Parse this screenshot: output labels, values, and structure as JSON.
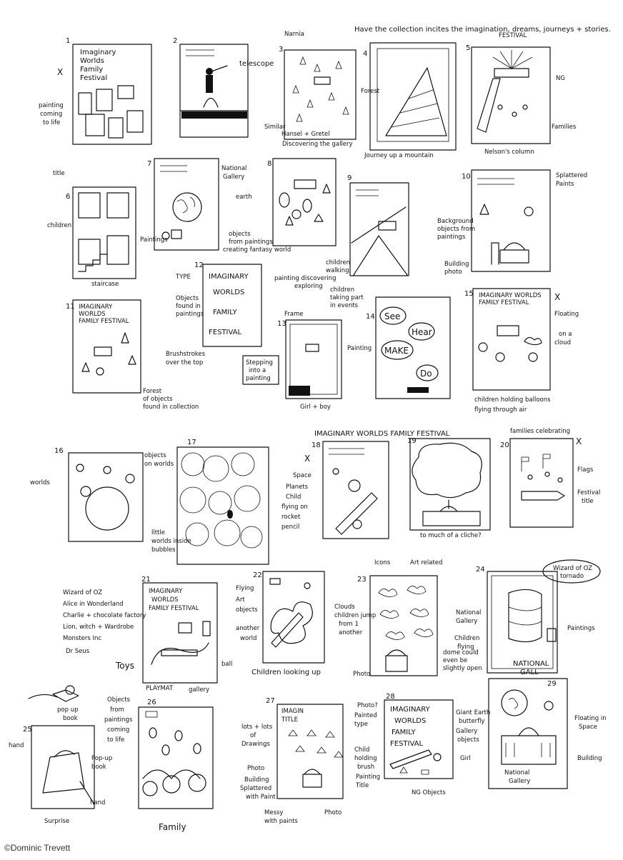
{
  "credit": "©Dominic Trevett",
  "header": {
    "intro": "Have the collection incites the imagination, dreams, journeys + stories.",
    "row3_title": "IMAGINARY WORLDS FAMILY FESTIVAL"
  },
  "panels": [
    {
      "num": "1",
      "lines": [
        "Imaginary",
        "Worlds",
        "Family",
        "Festival"
      ],
      "notes": [
        "X",
        "painting",
        "coming",
        "to life"
      ]
    },
    {
      "num": "2",
      "notes": [
        "telescope"
      ]
    },
    {
      "num": "3",
      "notes": [
        "Narnia",
        "Forest",
        "Similar",
        "Hansel + Gretel",
        "Discovering the gallery"
      ]
    },
    {
      "num": "4",
      "notes": [
        "Journey up a mountain"
      ]
    },
    {
      "num": "5",
      "notes": [
        "FESTIVAL",
        "NG",
        "Families",
        "Nelson's column"
      ]
    },
    {
      "num": "6",
      "notes": [
        "title",
        "children",
        "Paintings",
        "staircase"
      ]
    },
    {
      "num": "7",
      "notes": [
        "National",
        "Gallery",
        "earth",
        "objects",
        "from paintings",
        "creating fantasy world"
      ]
    },
    {
      "num": "8",
      "notes": [
        "children",
        "walking",
        "painting discovering",
        "exploring"
      ]
    },
    {
      "num": "9",
      "notes": [
        "children",
        "taking part",
        "in events"
      ]
    },
    {
      "num": "10",
      "notes": [
        "Splattered",
        "Paints",
        "Background",
        "objects from",
        "paintings",
        "Building",
        "photo"
      ]
    },
    {
      "num": "11",
      "lines": [
        "IMAGINARY",
        "WORLDS",
        "FAMILY FESTIVAL"
      ],
      "notes": [
        "Forest",
        "of objects",
        "found in collection"
      ]
    },
    {
      "num": "12",
      "lines": [
        "IMAGINARY",
        "WORLDS",
        "FAMILY",
        "FESTIVAL"
      ],
      "notes": [
        "TYPE",
        "Objects",
        "found in",
        "paintings",
        "Brushstrokes",
        "over the top"
      ]
    },
    {
      "num": "13",
      "notes": [
        "Frame",
        "Painting",
        "Stepping",
        "into a",
        "painting",
        "Girl + boy"
      ]
    },
    {
      "num": "14",
      "words": [
        "See",
        "Hear",
        "MAKE",
        "Do"
      ]
    },
    {
      "num": "15",
      "lines": [
        "IMAGINARY WORLDS",
        "FAMILY FESTIVAL"
      ],
      "notes": [
        "X",
        "Floating",
        "on a",
        "cloud",
        "children holding balloons",
        "flying through air"
      ]
    },
    {
      "num": "16",
      "notes": [
        "worlds",
        "objects",
        "on worlds"
      ]
    },
    {
      "num": "17",
      "notes": [
        "little",
        "worlds inside",
        "bubbles"
      ]
    },
    {
      "num": "18",
      "notes": [
        "X",
        "Space",
        "Planets",
        "Child",
        "flying on",
        "rocket",
        "pencil"
      ]
    },
    {
      "num": "19",
      "notes": [
        "to much of a cliche?"
      ]
    },
    {
      "num": "20",
      "notes": [
        "families celebrating",
        "X",
        "Flags",
        "Festival",
        "title"
      ]
    },
    {
      "num": "21",
      "lines": [
        "IMAGINARY",
        "WORLDS",
        "FAMILY FESTIVAL"
      ],
      "notes": [
        "Wizard of OZ",
        "Alice in Wonderland",
        "Charlie + chocolate factory",
        "Lion, witch + Wardrobe",
        "Monsters Inc",
        "Dr Seus",
        "Toys",
        "ball",
        "PLAYMAT",
        "gallery"
      ]
    },
    {
      "num": "22",
      "notes": [
        "Flying",
        "Art",
        "objects",
        "another",
        "world",
        "Children looking up"
      ]
    },
    {
      "num": "23",
      "notes": [
        "Icons",
        "Art related",
        "Clouds",
        "children jump",
        "from 1",
        "another",
        "dome could",
        "even be",
        "slightly open",
        "Photo"
      ]
    },
    {
      "num": "24",
      "notes": [
        "Wizard of OZ",
        "tornado",
        "National",
        "Gallery",
        "Children",
        "flying",
        "Paintings",
        "NATIONAL",
        "GALL"
      ]
    },
    {
      "num": "25",
      "notes": [
        "pop up",
        "book",
        "hand",
        "Pop-up",
        "book",
        "hand",
        "Surprise"
      ]
    },
    {
      "num": "26",
      "notes": [
        "Objects",
        "from",
        "paintings",
        "coming",
        "to life",
        "Family"
      ]
    },
    {
      "num": "27",
      "lines": [
        "IMAGIN",
        "TITLE"
      ],
      "notes": [
        "lots + lots",
        "of",
        "Drawings",
        "Photo?",
        "Photo",
        "Building",
        "Splattered",
        "with Paint",
        "Messy",
        "with paints",
        "Photo"
      ]
    },
    {
      "num": "28",
      "lines": [
        "IMAGINARY",
        "WORLDS",
        "FAMILY",
        "FESTIVAL"
      ],
      "notes": [
        "Painted",
        "type",
        "Child",
        "holding",
        "brush",
        "Painting",
        "Title",
        "Girl",
        "NG Objects"
      ]
    },
    {
      "num": "29",
      "notes": [
        "Giant Earth",
        "butterfly",
        "Gallery",
        "objects",
        "Floating in",
        "Space",
        "Building",
        "National",
        "Gallery"
      ]
    }
  ]
}
